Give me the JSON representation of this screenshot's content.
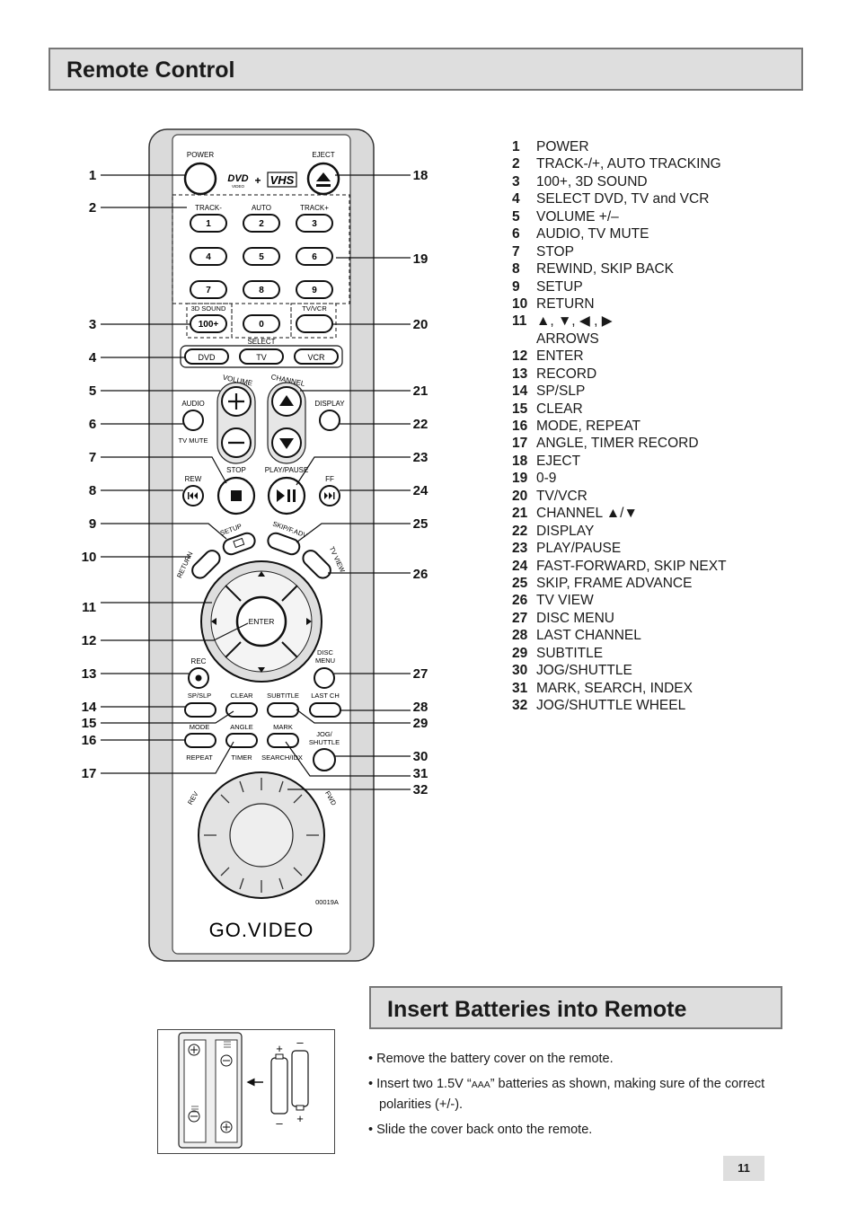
{
  "header": {
    "title": "Remote Control"
  },
  "remote": {
    "buttons": {
      "power": "POWER",
      "eject": "EJECT",
      "dvd_logo": "DVD",
      "dvd_sub": "VIDEO",
      "plus": "+",
      "vhs_logo": "VHS",
      "track_minus": "TRACK-",
      "auto": "AUTO",
      "track_plus": "TRACK+",
      "d1": "1",
      "d2": "2",
      "d3": "3",
      "d4": "4",
      "d5": "5",
      "d6": "6",
      "d7": "7",
      "d8": "8",
      "d9": "9",
      "sound3d": "3D SOUND",
      "hundred": "100+",
      "d0": "0",
      "tvvcr": "TV/VCR",
      "select": "SELECT",
      "dvd": "DVD",
      "tv": "TV",
      "vcr": "VCR",
      "volume": "VOLUME",
      "channel": "CHANNEL",
      "audio": "AUDIO",
      "tvmute": "TV MUTE",
      "display": "DISPLAY",
      "stop": "STOP",
      "playpause": "PLAY/PAUSE",
      "rew": "REW",
      "ff": "FF",
      "setup": "SETUP",
      "skip": "SKIP/F.ADV",
      "return": "RETURN",
      "tvview": "TV VIEW",
      "enter": "ENTER",
      "rec": "REC",
      "disc": "DISC",
      "menu": "MENU",
      "spslp": "SP/SLP",
      "clear": "CLEAR",
      "subtitle": "SUBTITLE",
      "lastch": "LAST CH",
      "mode": "MODE",
      "angle": "ANGLE",
      "mark": "MARK",
      "jog": "JOG/",
      "shuttle": "SHUTTLE",
      "repeat": "REPEAT",
      "timer": "TIMER",
      "searchidx": "SEARCH/IDX",
      "revw": "REV",
      "fwd": "FWD",
      "model": "00019A",
      "brand": "GO.VIDEO"
    },
    "callouts_left": [
      "1",
      "2",
      "3",
      "4",
      "5",
      "6",
      "7",
      "8",
      "9",
      "10",
      "11",
      "12",
      "13",
      "14",
      "15",
      "16",
      "17"
    ],
    "callouts_right": [
      "18",
      "19",
      "20",
      "21",
      "22",
      "23",
      "24",
      "25",
      "26",
      "27",
      "28",
      "29",
      "30",
      "31",
      "32"
    ]
  },
  "legend": [
    {
      "num": "1",
      "label": "POWER"
    },
    {
      "num": "2",
      "label": "TRACK-/+, AUTO TRACKING"
    },
    {
      "num": "3",
      "label": "100+, 3D SOUND"
    },
    {
      "num": "4",
      "label": "SELECT DVD, TV and VCR"
    },
    {
      "num": "5",
      "label": "VOLUME +/–"
    },
    {
      "num": "6",
      "label": "AUDIO, TV MUTE"
    },
    {
      "num": "7",
      "label": "STOP"
    },
    {
      "num": "8",
      "label": "REWIND, SKIP BACK"
    },
    {
      "num": "9",
      "label": "SETUP"
    },
    {
      "num": "10",
      "label": "RETURN"
    },
    {
      "num": "11",
      "label": "▲, ▼, ◀ , ▶",
      "sub": "ARROWS"
    },
    {
      "num": "12",
      "label": "ENTER"
    },
    {
      "num": "13",
      "label": "RECORD"
    },
    {
      "num": "14",
      "label": "SP/SLP"
    },
    {
      "num": "15",
      "label": "CLEAR"
    },
    {
      "num": "16",
      "label": "MODE, REPEAT"
    },
    {
      "num": "17",
      "label": "ANGLE, TIMER RECORD"
    },
    {
      "num": "18",
      "label": "EJECT"
    },
    {
      "num": "19",
      "label": "0-9"
    },
    {
      "num": "20",
      "label": "TV/VCR"
    },
    {
      "num": "21",
      "label": "CHANNEL ▲/▼"
    },
    {
      "num": "22",
      "label": "DISPLAY"
    },
    {
      "num": "23",
      "label": "PLAY/PAUSE"
    },
    {
      "num": "24",
      "label": "FAST-FORWARD, SKIP NEXT"
    },
    {
      "num": "25",
      "label": "SKIP, FRAME ADVANCE"
    },
    {
      "num": "26",
      "label": "TV VIEW"
    },
    {
      "num": "27",
      "label": "DISC MENU"
    },
    {
      "num": "28",
      "label": "LAST CHANNEL"
    },
    {
      "num": "29",
      "label": "SUBTITLE"
    },
    {
      "num": "30",
      "label": "JOG/SHUTTLE"
    },
    {
      "num": "31",
      "label": "MARK, SEARCH, INDEX"
    },
    {
      "num": "32",
      "label": "JOG/SHUTTLE WHEEL"
    }
  ],
  "batteries": {
    "title": "Insert Batteries into Remote",
    "bullet1": "• Remove the battery cover on the remote.",
    "bullet2_a": "• Insert two 1.5V “",
    "bullet2_aaa": "AAA",
    "bullet2_b": "” batteries as shown, making sure of the correct polarities (+/-).",
    "bullet3": "• Slide the cover back onto the remote.",
    "plus": "+",
    "minus": "–"
  },
  "page_number": "11"
}
